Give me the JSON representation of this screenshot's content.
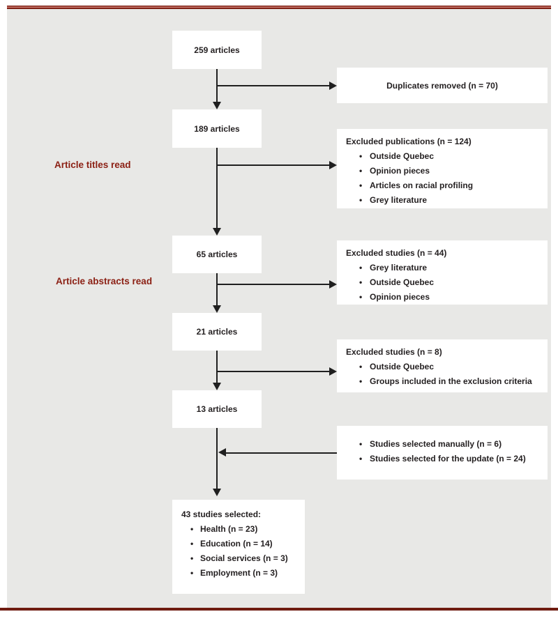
{
  "colors": {
    "accent_red": "#8b1f13",
    "rule_red": "#7e1f13",
    "arrow_black": "#1f1f1f",
    "canvas_gray": "#e8e8e6",
    "box_white": "#ffffff"
  },
  "labels": {
    "article_titles_read": "Article titles read",
    "article_abstracts_read": "Article abstracts read"
  },
  "flow_boxes": [
    "259 articles",
    "189 articles",
    "65 articles",
    "21 articles",
    "13 articles"
  ],
  "side_boxes": [
    {
      "title": "Duplicates removed (n = 70)",
      "bullets": []
    },
    {
      "title": "Excluded publications (n = 124)",
      "bullets": [
        "Outside Quebec",
        "Opinion pieces",
        "Articles on racial profiling",
        "Grey literature"
      ]
    },
    {
      "title": "Excluded studies (n = 44)",
      "bullets": [
        "Grey literature",
        "Outside Quebec",
        "Opinion pieces"
      ]
    },
    {
      "title": "Excluded studies (n = 8)",
      "bullets": [
        "Outside Quebec",
        "Groups included in the exclusion criteria"
      ]
    },
    {
      "title": "",
      "bullets": [
        "Studies selected manually (n = 6)",
        "Studies selected for the update (n = 24)"
      ]
    }
  ],
  "final_box": {
    "title": "43 studies selected:",
    "bullets": [
      "Health (n = 23)",
      "Education (n = 14)",
      "Social services (n = 3)",
      "Employment (n = 3)"
    ]
  }
}
